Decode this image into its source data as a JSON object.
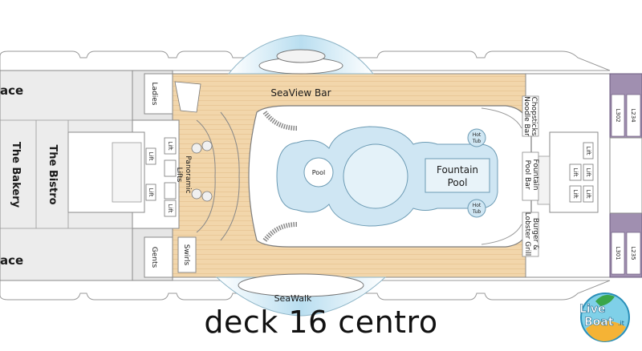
{
  "map": {
    "venues": {
      "seaview_bar": "SeaView Bar",
      "seawalk": "SeaWalk",
      "fountain_pool": [
        "Fountain",
        "Pool"
      ],
      "pool": "Pool",
      "hot_tub": [
        "Hot",
        "Tub"
      ],
      "the_bakery": "The Bakery",
      "the_bistro": "The Bistro",
      "panoramic_lifts": [
        "Panoramic",
        "Lifts"
      ],
      "ladies": "Ladies",
      "gents": "Gents",
      "swirls": "Swirls",
      "chopsticks": [
        "Chopsticks",
        "Noodle Bar"
      ],
      "fountain_pool_bar": [
        "Fountain",
        "Pool Bar"
      ],
      "burger_lobster": [
        "Burger &",
        "Lobster Grill"
      ],
      "place_fragment": "ace"
    },
    "lift_label": "Lift",
    "cabins": [
      "L302",
      "L234",
      "L301",
      "L235"
    ]
  },
  "caption": "deck 16 centro",
  "logo": {
    "line1": "Live",
    "line2": "Boat",
    "suffix": ".it"
  },
  "colors": {
    "deck_wood": "#f2d6ab",
    "pool_water": "#cfe6f3",
    "hull_gray": "#d9d9d9",
    "cabin_purple": "#a08fb0",
    "glass": "#d7eef8"
  }
}
